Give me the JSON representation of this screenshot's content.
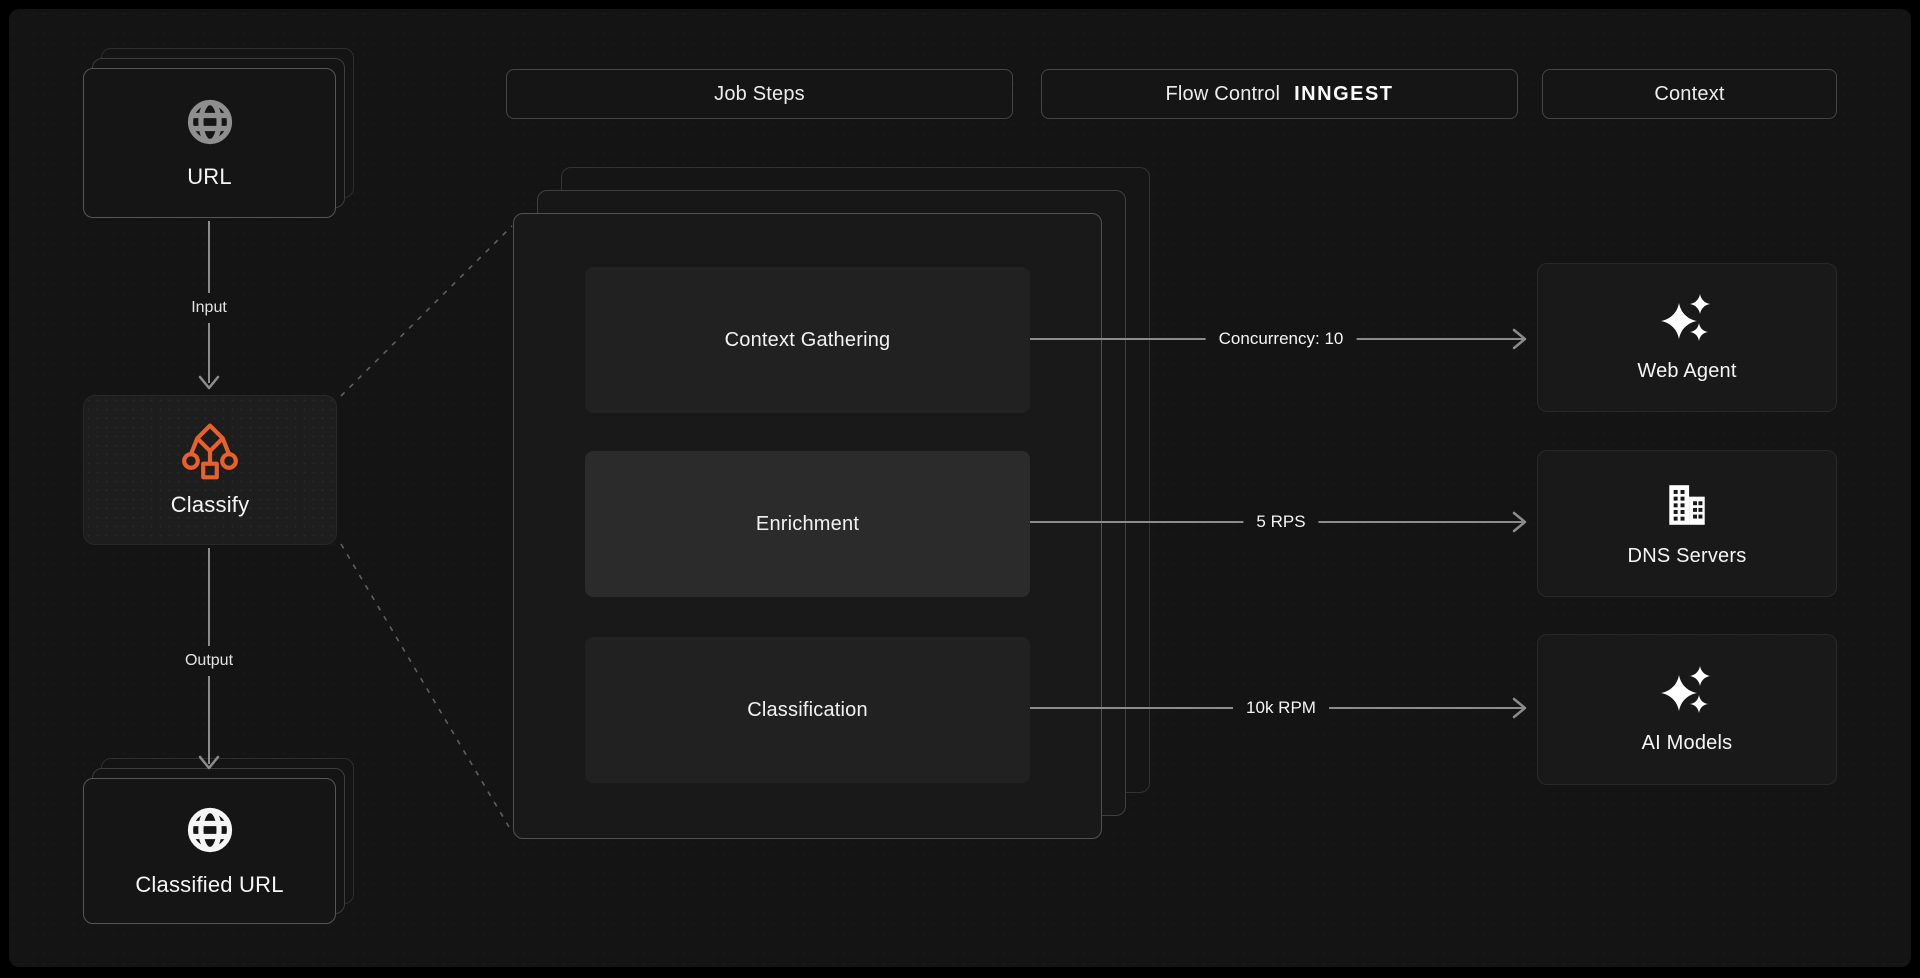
{
  "colors": {
    "accent_orange": "#E8612C",
    "canvas_bg": "#141414",
    "arrow_gray": "#8C8C8C"
  },
  "headers": {
    "job_steps": "Job Steps",
    "flow_control": "Flow Control",
    "flow_control_logo": "INNGEST",
    "context": "Context"
  },
  "input_node": {
    "label": "URL",
    "icon": "globe-icon"
  },
  "process_node": {
    "label": "Classify",
    "icon": "classify-tree-icon"
  },
  "output_node": {
    "label": "Classified URL",
    "icon": "globe-icon"
  },
  "edges": {
    "input_label": "Input",
    "output_label": "Output"
  },
  "job_steps": [
    {
      "label": "Context Gathering",
      "flow_control": "Concurrency: 10",
      "context_target": "Web Agent",
      "target_icon": "sparkles-icon"
    },
    {
      "label": "Enrichment",
      "flow_control": "5 RPS",
      "context_target": "DNS Servers",
      "target_icon": "buildings-icon"
    },
    {
      "label": "Classification",
      "flow_control": "10k RPM",
      "context_target": "AI Models",
      "target_icon": "sparkles-icon"
    }
  ]
}
